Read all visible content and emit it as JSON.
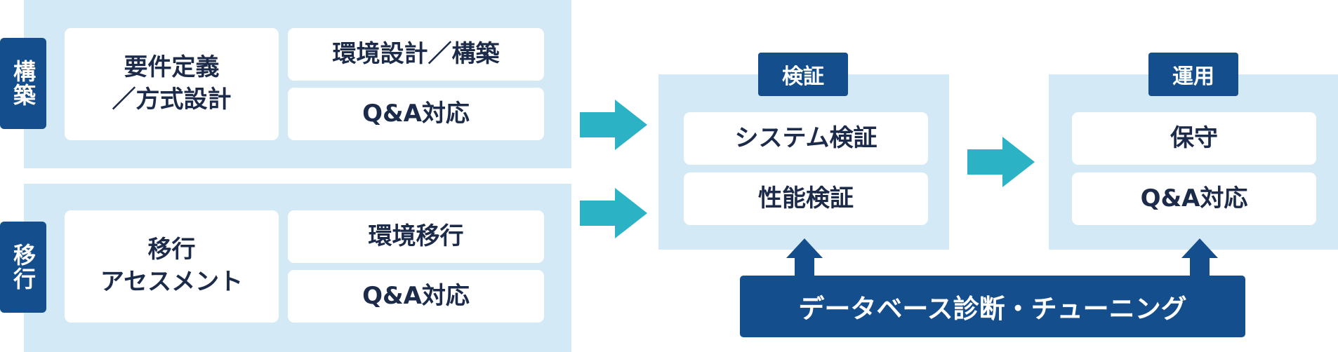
{
  "colors": {
    "panel": "#d4e9f6",
    "navy": "#154e8c",
    "cyan": "#2bb2c5",
    "card": "#ffffff"
  },
  "build": {
    "tab": "構築",
    "requirements": "要件定義\n／方式設計",
    "env_design": "環境設計／構築",
    "qa": "Q&A対応"
  },
  "migration": {
    "tab": "移行",
    "assessment": "移行\nアセスメント",
    "env_migration": "環境移行",
    "qa": "Q&A対応"
  },
  "verification": {
    "tag": "検証",
    "system": "システム検証",
    "performance": "性能検証"
  },
  "operation": {
    "tag": "運用",
    "maintenance": "保守",
    "qa": "Q&A対応"
  },
  "tuning_bar": "データベース診断・チューニング",
  "icons": [
    "arrow-right-icon",
    "arrow-up-icon"
  ]
}
